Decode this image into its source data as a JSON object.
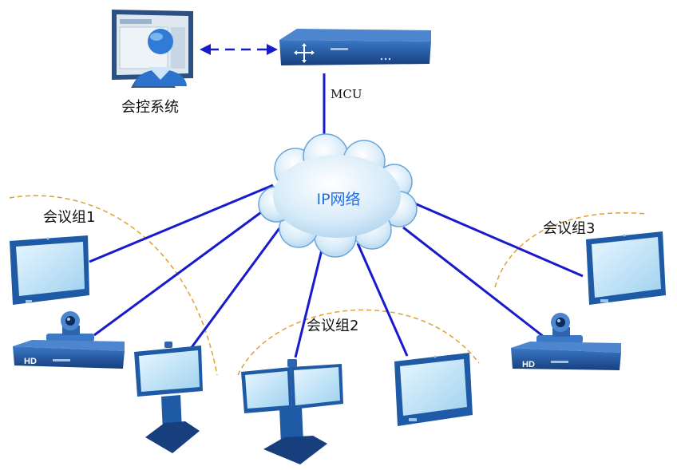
{
  "labels": {
    "console": "会控系统",
    "mcu": "MCU",
    "network": "IP网络",
    "group1": "会议组1",
    "group2": "会议组2",
    "group3": "会议组3"
  },
  "devices": {
    "hd_badge": "HD"
  },
  "colors": {
    "link_line": "#1a1acd",
    "group_arc": "#e0a030",
    "device_blue": "#1f5aa6",
    "device_dark": "#123f7a",
    "screen": "#bfe3f6",
    "cloud": "#cfe6f7"
  }
}
